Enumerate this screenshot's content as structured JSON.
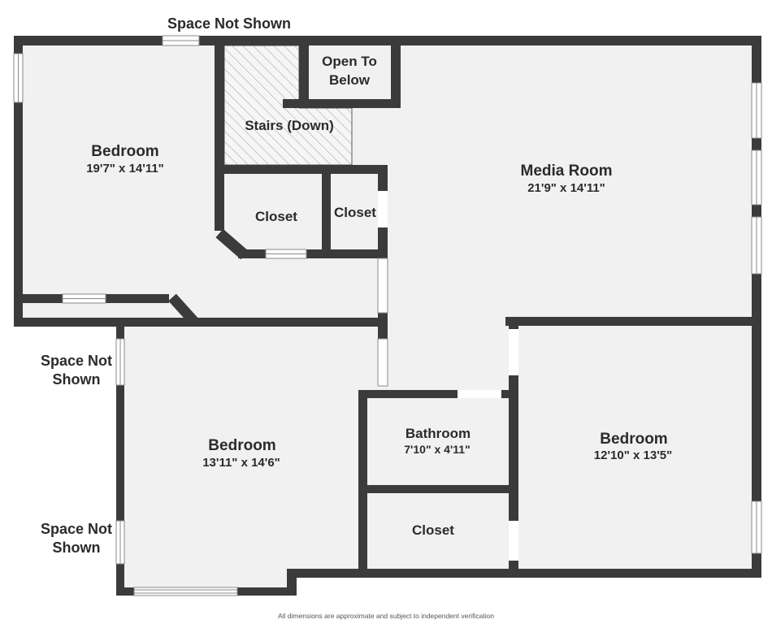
{
  "title": "Space Not Shown",
  "rooms": {
    "bedroom_top_left": {
      "name": "Bedroom",
      "dimensions": "19'7\" x 14'11\""
    },
    "media_room": {
      "name": "Media Room",
      "dimensions": "21'9\" x 14'11\""
    },
    "stairs": {
      "name": "Stairs (Down)"
    },
    "open_to_below": {
      "line1": "Open To",
      "line2": "Below"
    },
    "closet_upper_left": {
      "name": "Closet"
    },
    "closet_upper_right": {
      "name": "Closet"
    },
    "bedroom_bottom_left": {
      "name": "Bedroom",
      "dimensions": "13'11\" x 14'6\""
    },
    "bathroom": {
      "name": "Bathroom",
      "dimensions": "7'10\" x 4'11\""
    },
    "closet_bottom": {
      "name": "Closet"
    },
    "bedroom_bottom_right": {
      "name": "Bedroom",
      "dimensions": "12'10\" x 13'5\""
    }
  },
  "annotations": {
    "space_not_shown_top": "Space Not Shown",
    "space_not_shown_left_upper": {
      "line1": "Space Not",
      "line2": "Shown"
    },
    "space_not_shown_left_lower": {
      "line1": "Space Not",
      "line2": "Shown"
    }
  },
  "footer": {
    "disclaimer": "All dimensions are approximate and subject to independent verification"
  },
  "colors": {
    "wall": "#3b3b3b",
    "floor": "#f1f1f1",
    "background": "#ffffff",
    "text": "#2b2b2b",
    "hatch_line": "#b3b3b3",
    "hatch_bg": "#f6f6f6",
    "window_line": "#8a8a8a",
    "disclaimer_text": "#555555"
  }
}
